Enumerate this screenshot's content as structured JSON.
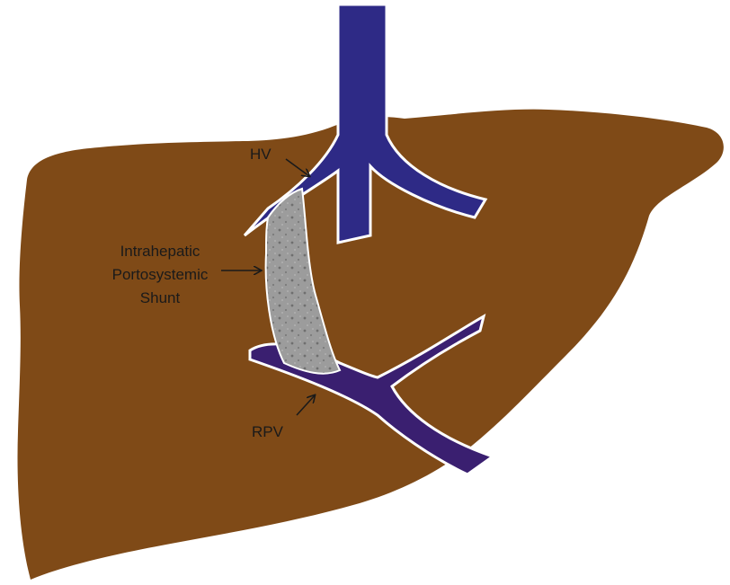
{
  "labels": {
    "hv": "HV",
    "shunt_line1": "Intrahepatic",
    "shunt_line2": "Portosystemic",
    "shunt_line3": "Shunt",
    "rpv": "RPV"
  },
  "colors": {
    "liver": "#7f4a17",
    "hepatic_vein": "#2e2a86",
    "portal_vein": "#3a1f70",
    "shunt": "#9a9a9a",
    "outline": "#ffffff",
    "text": "#1a1a1a"
  }
}
